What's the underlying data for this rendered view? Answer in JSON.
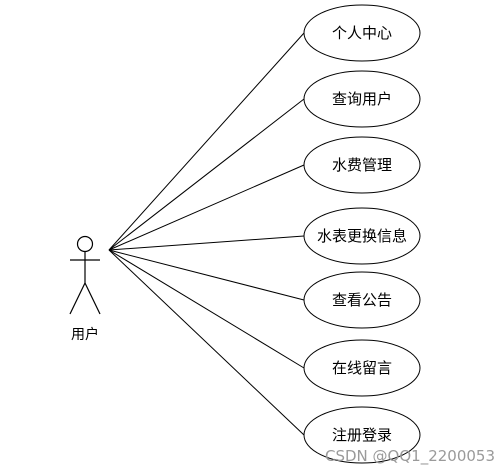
{
  "actor": {
    "label": "用户"
  },
  "use_cases": [
    {
      "label": "个人中心"
    },
    {
      "label": "查询用户"
    },
    {
      "label": "水费管理"
    },
    {
      "label": "水表更换信息"
    },
    {
      "label": "查看公告"
    },
    {
      "label": "在线留言"
    },
    {
      "label": "注册登录"
    }
  ],
  "watermark": {
    "text": "CSDN @QQ1_2200053"
  },
  "colors": {
    "line": "#000000",
    "background": "#ffffff",
    "watermark": "#9a9a9a"
  }
}
